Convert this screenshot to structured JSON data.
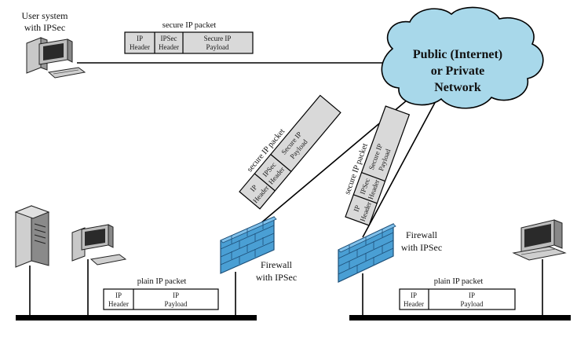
{
  "cloud": {
    "line1": "Public (Internet)",
    "line2": "or Private",
    "line3": "Network",
    "color": "#a8d8ea"
  },
  "user_system": {
    "label_line1": "User system",
    "label_line2": "with IPSec"
  },
  "secure_packet": {
    "title": "secure IP packet",
    "ip_header_l1": "IP",
    "ip_header_l2": "Header",
    "ipsec_header_l1": "IPSec",
    "ipsec_header_l2": "Header",
    "payload_l1": "Secure IP",
    "payload_l2": "Payload",
    "fill": "#d9d9d9"
  },
  "tilted_packet_left": {
    "title": "secure IP packet",
    "ip_header_l1": "IP",
    "ip_header_l2": "Header",
    "ipsec_header_l1": "IPSec",
    "ipsec_header_l2": "Header",
    "payload_l1": "Secure IP",
    "payload_l2": "Payload"
  },
  "tilted_packet_right": {
    "title": "secure IP packet",
    "ip_header_l1": "IP",
    "ip_header_l2": "Header",
    "ipsec_header_l1": "IPSec",
    "ipsec_header_l2": "Header",
    "payload_l1": "Secure IP",
    "payload_l2": "Payload"
  },
  "firewall_left": {
    "label_line1": "Firewall",
    "label_line2": "with IPSec",
    "color": "#4a9fd4"
  },
  "firewall_right": {
    "label_line1": "Firewall",
    "label_line2": "with IPSec"
  },
  "plain_packet_left": {
    "title": "plain IP packet",
    "ip_header_l1": "IP",
    "ip_header_l2": "Header",
    "payload_l1": "IP",
    "payload_l2": "Payload"
  },
  "plain_packet_right": {
    "title": "plain IP packet",
    "ip_header_l1": "IP",
    "ip_header_l2": "Header",
    "payload_l1": "IP",
    "payload_l2": "Payload"
  }
}
